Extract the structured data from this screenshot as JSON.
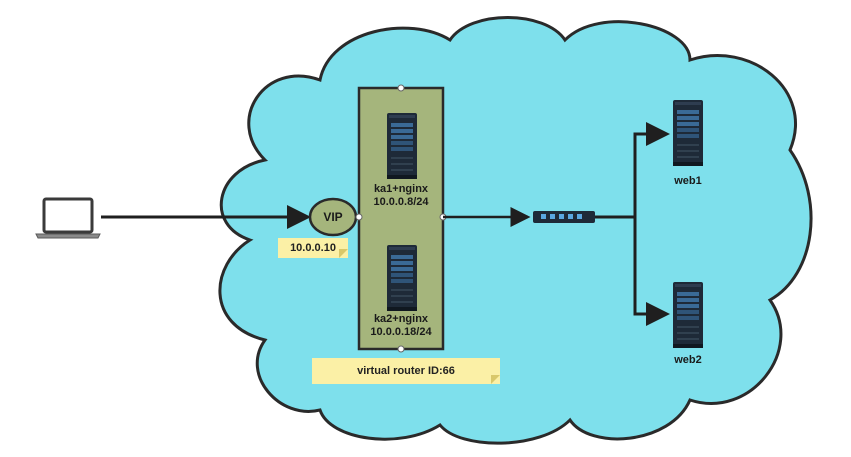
{
  "nodes": {
    "vip": {
      "label": "VIP"
    },
    "vip_address": {
      "label": "10.0.0.10"
    },
    "ka1": {
      "name": "ka1+nginx",
      "ip": "10.0.0.8/24"
    },
    "ka2": {
      "name": "ka2+nginx",
      "ip": "10.0.0.18/24"
    },
    "web1": {
      "label": "web1"
    },
    "web2": {
      "label": "web2"
    },
    "vrouter_note": {
      "label": "virtual router ID:66"
    }
  },
  "icons": [
    "laptop-icon",
    "server-icon",
    "switch-icon"
  ],
  "colors": {
    "cloud_fill": "#7ee0ec",
    "cloud_stroke": "#2a2a2a",
    "group_fill": "#a5b57c",
    "vip_fill": "#a5b57c",
    "note_fill": "#fbf0a6",
    "line": "#1f1f1f",
    "server_body": "#1e2a38"
  }
}
